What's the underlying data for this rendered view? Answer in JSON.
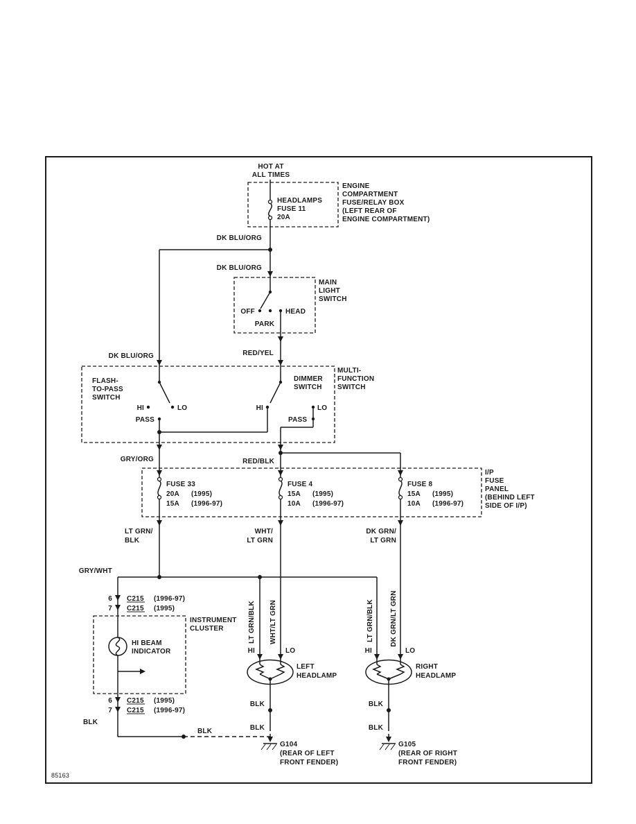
{
  "doc_number": "85163",
  "power": {
    "line1": "HOT AT",
    "line2": "ALL TIMES"
  },
  "engine_box": {
    "lines": [
      "ENGINE",
      "COMPARTMENT",
      "FUSE/RELAY BOX",
      "(LEFT REAR OF",
      "ENGINE COMPARTMENT)"
    ],
    "fuse_name": "HEADLAMPS",
    "fuse_id": "FUSE 11",
    "fuse_amp": "20A"
  },
  "wires": {
    "dk_blu_org": "DK BLU/ORG",
    "red_yel": "RED/YEL",
    "gry_org": "GRY/ORG",
    "red_blk": "RED/BLK",
    "gry_wht": "GRY/WHT",
    "blk": "BLK",
    "lt_grn_l1": "LT GRN/",
    "lt_grn_l2": "BLK",
    "wht_l1": "WHT/",
    "wht_l2": "LT GRN",
    "dk_grn_l1": "DK GRN/",
    "dk_grn_l2": "LT GRN",
    "lt_grn_blk": "LT GRN/BLK",
    "wht_lt_grn": "WHT/LT GRN",
    "dk_grn_lt_grn": "DK GRN/LT GRN"
  },
  "main_light_switch": {
    "lines": [
      "MAIN",
      "LIGHT",
      "SWITCH"
    ],
    "pos_off": "OFF",
    "pos_park": "PARK",
    "pos_head": "HEAD"
  },
  "multifunction_switch": {
    "lines": [
      "MULTI-",
      "FUNCTION",
      "SWITCH"
    ],
    "flash_lines": [
      "FLASH-",
      "TO-PASS",
      "SWITCH"
    ],
    "dimmer_lines": [
      "DIMMER",
      "SWITCH"
    ],
    "hi": "HI",
    "lo": "LO",
    "pass": "PASS"
  },
  "fuse_panel": {
    "lines": [
      "I/P",
      "FUSE",
      "PANEL",
      "(BEHIND LEFT",
      "SIDE OF I/P)"
    ],
    "fuse33": {
      "id": "FUSE 33",
      "amp_95": "20A",
      "yr_95": "(1995)",
      "amp_97": "15A",
      "yr_97": "(1996-97)"
    },
    "fuse4": {
      "id": "FUSE 4",
      "amp_95": "15A",
      "yr_95": "(1995)",
      "amp_97": "10A",
      "yr_97": "(1996-97)"
    },
    "fuse8": {
      "id": "FUSE 8",
      "amp_95": "15A",
      "yr_95": "(1995)",
      "amp_97": "10A",
      "yr_97": "(1996-97)"
    }
  },
  "instrument_cluster": {
    "lines": [
      "INSTRUMENT",
      "CLUSTER"
    ],
    "indicator_lines": [
      "HI BEAM",
      "INDICATOR"
    ],
    "conn_top": {
      "pin_a": "6",
      "conn_a": "C215",
      "yr_a": "(1996-97)",
      "pin_b": "7",
      "conn_b": "C215",
      "yr_b": "(1995)"
    },
    "conn_bot": {
      "pin_a": "6",
      "conn_a": "C215",
      "yr_a": "(1995)",
      "pin_b": "7",
      "conn_b": "C215",
      "yr_b": "(1996-97)"
    }
  },
  "headlamps": {
    "left": {
      "lines": [
        "LEFT",
        "HEADLAMP"
      ],
      "hi": "HI",
      "lo": "LO"
    },
    "right": {
      "lines": [
        "RIGHT",
        "HEADLAMP"
      ],
      "hi": "HI",
      "lo": "LO"
    }
  },
  "grounds": {
    "g104": {
      "id": "G104",
      "loc_lines": [
        "(REAR OF LEFT",
        "FRONT FENDER)"
      ]
    },
    "g105": {
      "id": "G105",
      "loc_lines": [
        "(REAR OF RIGHT",
        "FRONT FENDER)"
      ]
    }
  }
}
